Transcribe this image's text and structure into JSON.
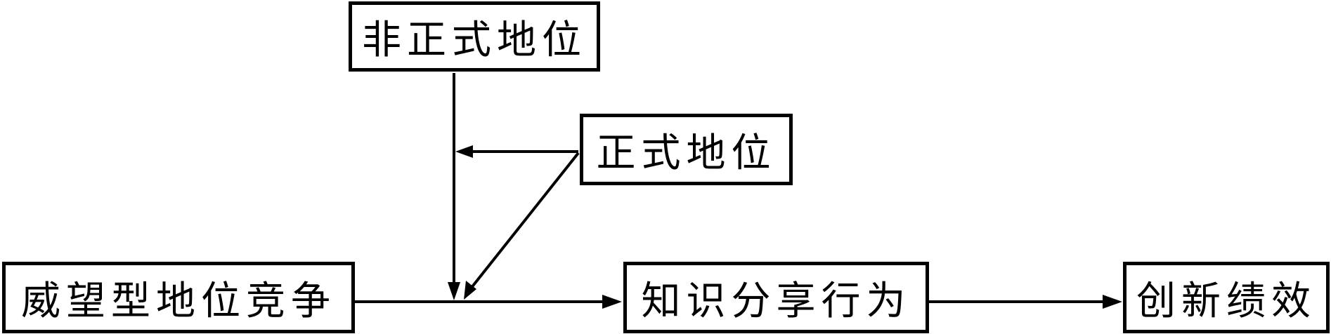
{
  "boxes": {
    "informal_status": "非正式地位",
    "formal_status": "正式地位",
    "prestige_competition": "威望型地位竞争",
    "knowledge_sharing": "知识分享行为",
    "innovation_performance": "创新绩效"
  },
  "colors": {
    "stroke": "#000000",
    "background": "#ffffff"
  }
}
